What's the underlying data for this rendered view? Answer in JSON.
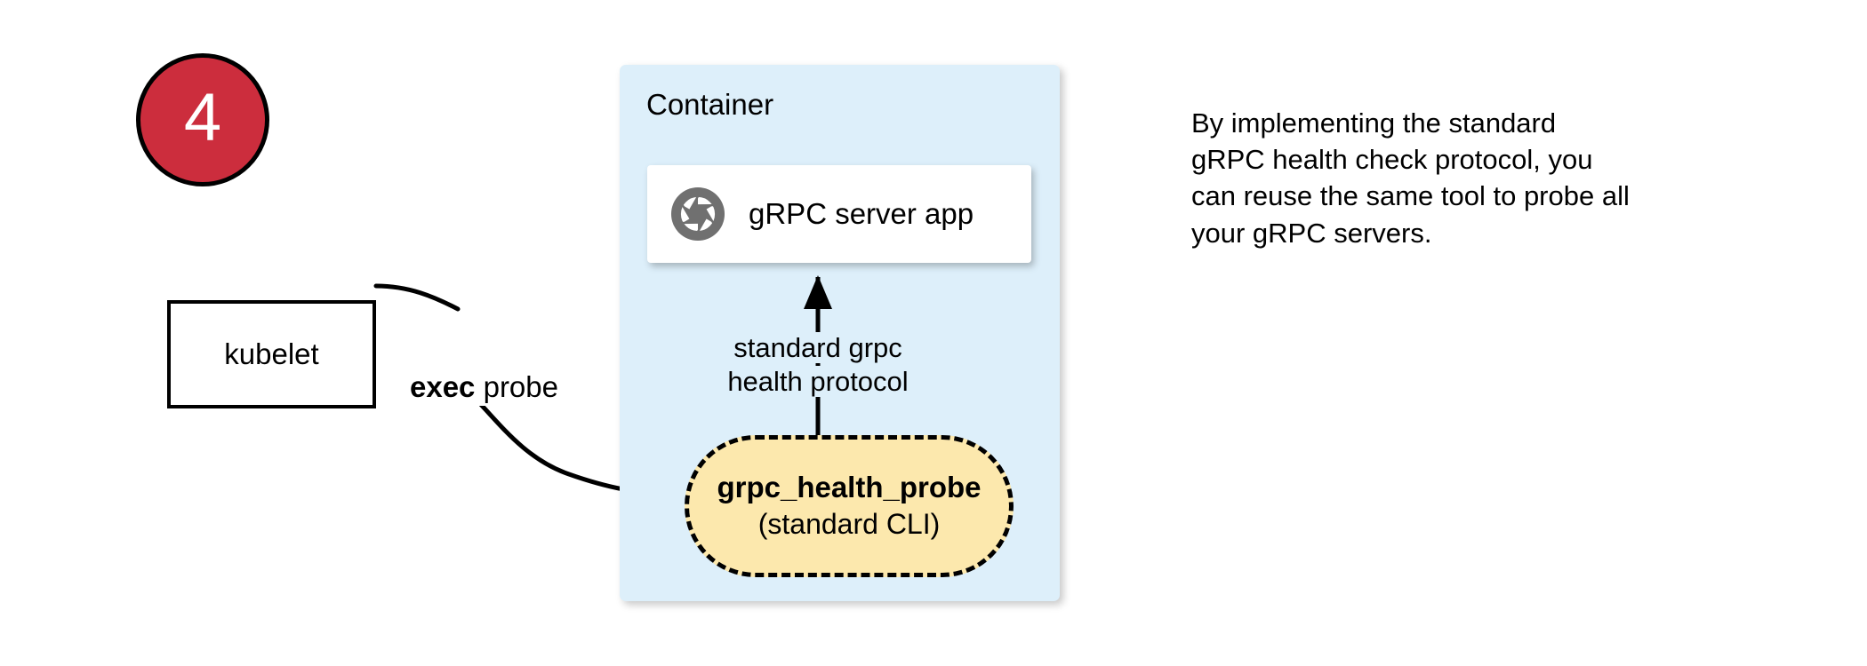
{
  "step": {
    "number": "4",
    "fill_color": "#cc2d3d",
    "border_color": "#000000",
    "text_color": "#ffffff"
  },
  "kubelet": {
    "label": "kubelet"
  },
  "exec_edge": {
    "keyword": "exec",
    "rest": " probe",
    "icon": "curved-arrow-icon"
  },
  "container": {
    "title": "Container",
    "fill_color": "#ddeffa"
  },
  "server_app": {
    "label": "gRPC server app",
    "icon": "grpc-aperture-icon",
    "icon_color": "#707070",
    "card_color": "#ffffff"
  },
  "protocol_edge": {
    "line1": "standard grpc",
    "line2": "health protocol",
    "icon": "up-arrow-icon"
  },
  "probe": {
    "title": "grpc_health_probe",
    "subtitle": "(standard CLI)",
    "fill_color": "#fce8ad",
    "border_style": "dashed"
  },
  "annotation": {
    "lines": [
      "By implementing the standard",
      "gRPC health check protocol, you",
      "can reuse the same tool to probe all",
      "your gRPC servers."
    ]
  }
}
